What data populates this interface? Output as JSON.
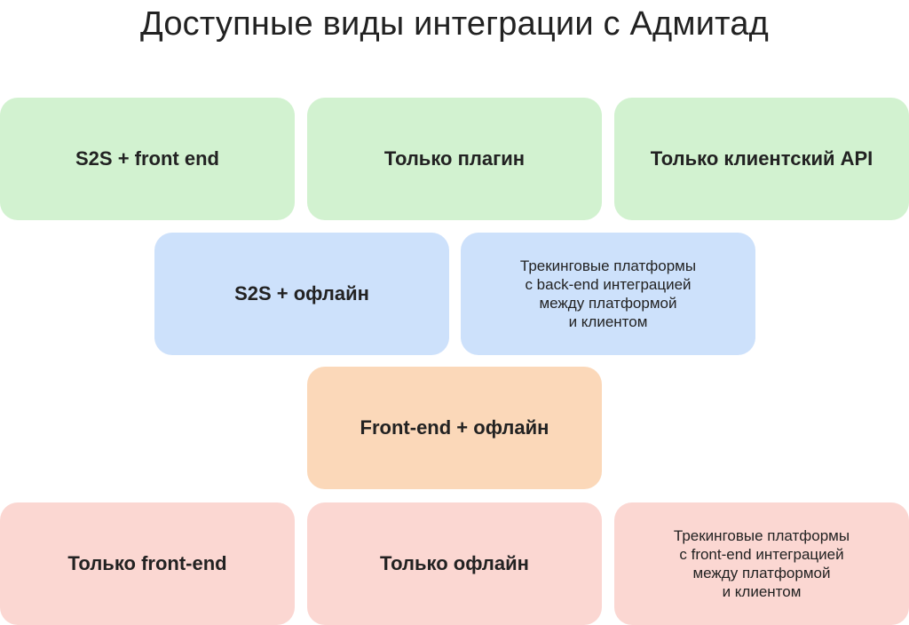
{
  "title": "Доступные виды интеграции с Адмитад",
  "colors": {
    "green": "#d2f2d0",
    "blue": "#cde1fb",
    "orange": "#fbd8b9",
    "pink": "#fbd7d2"
  },
  "rows": [
    {
      "items": [
        {
          "label": "S2S + front end"
        },
        {
          "label": "Только плагин"
        },
        {
          "label": "Только клиентский API"
        }
      ]
    },
    {
      "items": [
        {
          "label": "S2S + офлайн"
        },
        {
          "label": "Трекинговые платформы\nс back-end интеграцией\nмежду платформой\nи клиентом"
        }
      ]
    },
    {
      "items": [
        {
          "label": "Front-end + офлайн"
        }
      ]
    },
    {
      "items": [
        {
          "label": "Только front-end"
        },
        {
          "label": "Только офлайн"
        },
        {
          "label": "Трекинговые платформы\nс front-end интеграцией\nмежду платформой\nи клиентом"
        }
      ]
    }
  ]
}
